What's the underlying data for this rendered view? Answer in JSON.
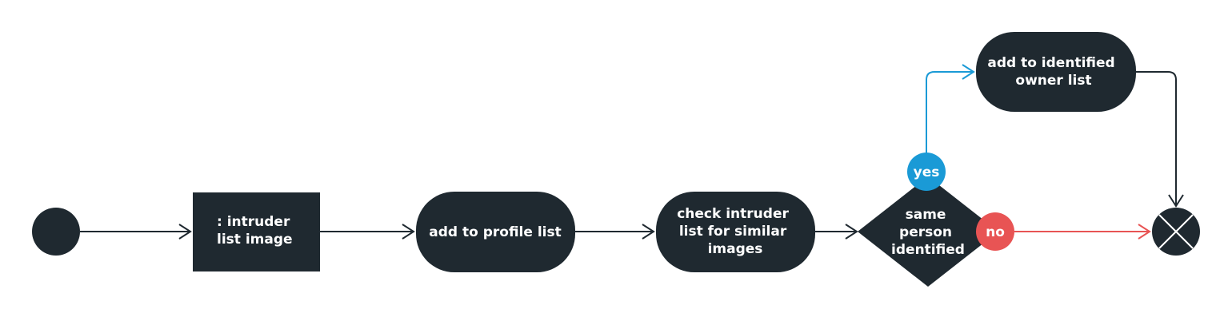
{
  "colors": {
    "node": "#1f2930",
    "edge": "#1f2930",
    "yes": "#1a9ad6",
    "no": "#e85454",
    "text": "#ffffff"
  },
  "nodes": {
    "object": {
      "line1": ": intruder",
      "line2": "list image"
    },
    "add_profile": {
      "label": "add to profile list"
    },
    "check_intruder": {
      "line1": "check intruder",
      "line2": "list for similar",
      "line3": "images"
    },
    "decision": {
      "line1": "same",
      "line2": "person",
      "line3": "identified"
    },
    "add_owner": {
      "line1": "add to identified",
      "line2": "owner list"
    }
  },
  "badges": {
    "yes": "yes",
    "no": "no"
  },
  "icons": {
    "start": "initial-node-icon",
    "end": "final-node-icon"
  }
}
